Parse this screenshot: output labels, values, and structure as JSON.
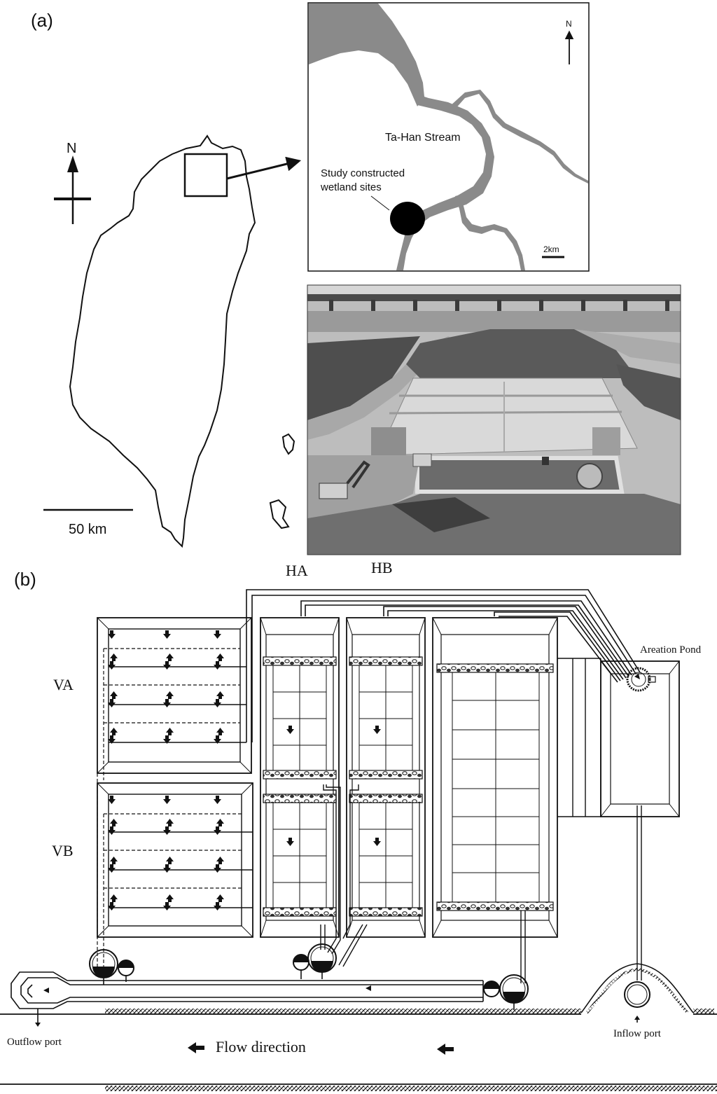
{
  "panel_a": {
    "label": "(a)",
    "north_label": "N",
    "scale_label": "50 km",
    "inset": {
      "north_label": "N",
      "stream_label": "Ta-Han Stream",
      "site_label_line1": "Study constructed",
      "site_label_line2": "wetland sites",
      "scale_label": "2km"
    }
  },
  "panel_b": {
    "label": "(b)",
    "unit_labels": {
      "va": "VA",
      "vb": "VB",
      "ha": "HA",
      "hb": "HB",
      "aeration_pond": "Areation Pond"
    },
    "outflow_label": "Outflow port",
    "inflow_label": "Inflow port",
    "flow_label": "Flow direction"
  },
  "colors": {
    "stroke": "#111111",
    "stream_fill": "#8a8a8a",
    "photo_sky": "#cfcfcf",
    "photo_veg": "#5a5a5a",
    "photo_gravel": "#d9d9d9",
    "photo_water": "#a5a5a5"
  }
}
